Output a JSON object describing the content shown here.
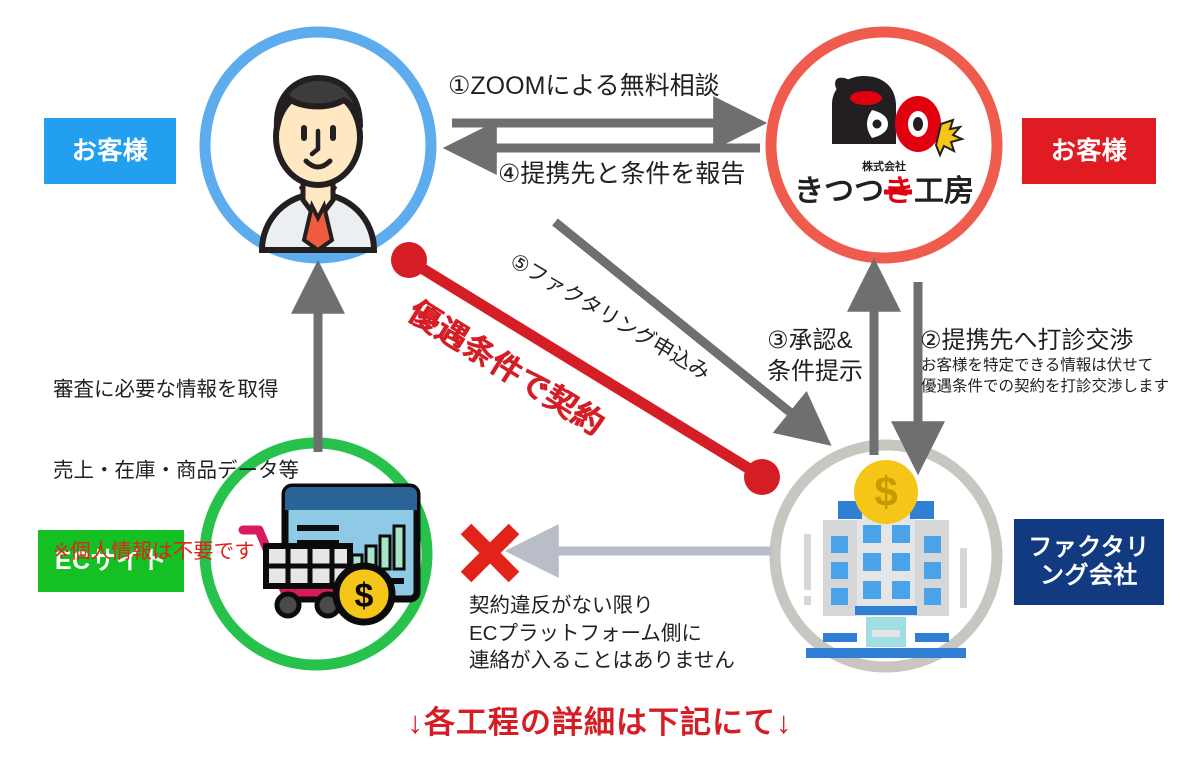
{
  "diagram": {
    "title_bottom": "↓各工程の詳細は下記にて↓",
    "nodes": {
      "customer": {
        "badge": "お客様",
        "badge_color": "#22a0ef",
        "ring_color": "#5cacee",
        "icon": "businessman-avatar-icon"
      },
      "company": {
        "badge": "お客様",
        "badge_color": "#e11b22",
        "ring_color": "#ef5b4c",
        "logo_company_prefix": "株式会社",
        "logo_company_name": "きつつき工房",
        "icon": "woodpecker-logo-icon"
      },
      "ecsite": {
        "badge": "ECサイト",
        "badge_color": "#14c024",
        "ring_color": "#27c24c",
        "icon": "ec-shop-cart-icon"
      },
      "factoring": {
        "badge_line1": "ファクタリ",
        "badge_line2": "ング会社",
        "badge_color": "#123a80",
        "ring_color": "#c8c6c0",
        "icon": "bank-building-coin-icon"
      }
    },
    "flows": {
      "step1": "①ZOOMによる無料相談",
      "step4": "④提携先と条件を報告",
      "step5": "⑤ファクタリング申込み",
      "step3": "③承認&\n条件提示",
      "step2_heading": "②提携先へ打診交渉",
      "step2_body": "お客様を特定できる情報は伏せて\n優遇条件での契約を打診交渉します",
      "contract": "優遇条件で契約"
    },
    "notes": {
      "left_line1": "審査に必要な情報を取得",
      "left_line2": "売上・在庫・商品データ等",
      "left_line3": "※個人情報は不要です",
      "ec_note": "契約違反がない限り\nECプラットフォーム側に\n連絡が入ることはありません",
      "blocked_marker": "×"
    },
    "colors": {
      "arrow_gray": "#6f6f6f",
      "arrow_light_gray": "#b9bdc7",
      "red_accent": "#d41d24",
      "note_red": "#e2231a"
    }
  }
}
